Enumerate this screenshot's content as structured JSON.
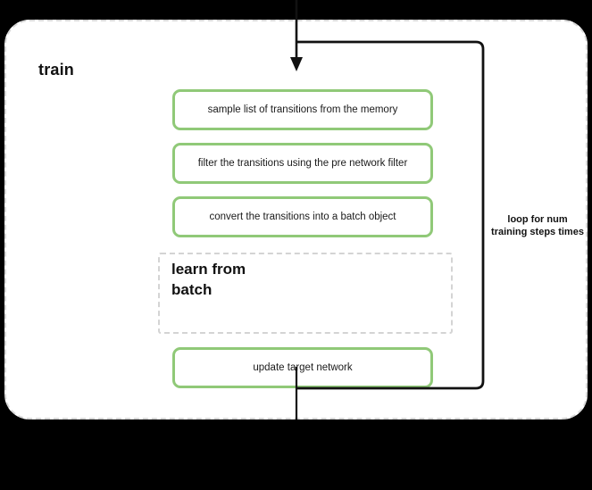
{
  "diagram": {
    "title": "train",
    "background_color": "#000000",
    "container_fill": "#ffffff",
    "accent_green": "#90c978",
    "dashed_gray": "#d4d4d4",
    "line_color": "#111111",
    "steps": [
      {
        "id": "step-sample",
        "label": "sample list of transitions from the memory",
        "style": "green-box"
      },
      {
        "id": "step-filter",
        "label": "filter the transitions using the pre network filter",
        "style": "green-box"
      },
      {
        "id": "step-convert",
        "label": "convert the transitions into a batch object",
        "style": "green-box"
      },
      {
        "id": "step-learn",
        "label": "learn from batch",
        "style": "dashed-group"
      },
      {
        "id": "step-update",
        "label": "update target network",
        "style": "green-box"
      }
    ],
    "annotations": {
      "loop_label": "loop for num training steps times"
    }
  }
}
